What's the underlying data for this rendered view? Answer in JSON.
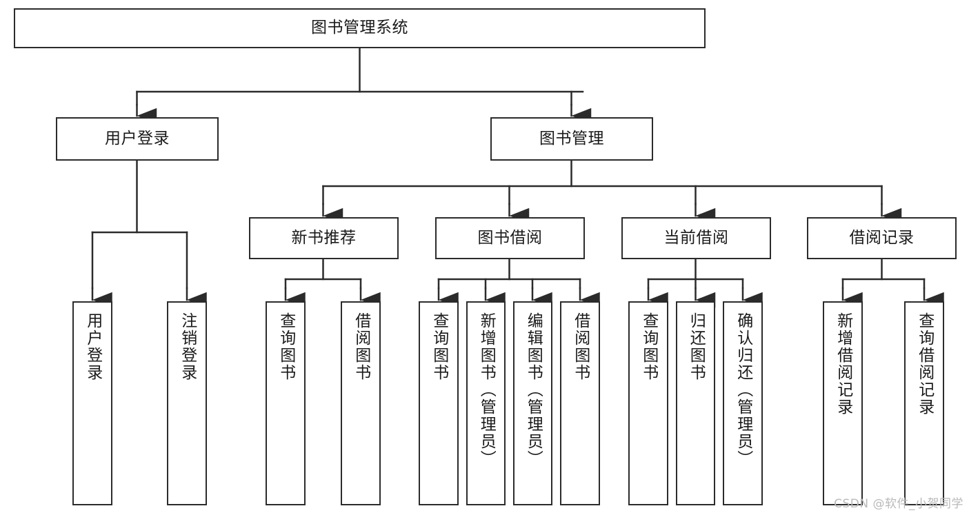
{
  "diagram": {
    "title": "图书管理系统",
    "type": "tree-hierarchy-chart",
    "watermark": "CSDN @软件_小贺同学",
    "stroke_color": "#2b2b2b",
    "background_color": "#ffffff",
    "root": {
      "label": "图书管理系统"
    },
    "level2": [
      {
        "id": "user-login",
        "label": "用户登录"
      },
      {
        "id": "book-manage",
        "label": "图书管理"
      }
    ],
    "level3": [
      {
        "id": "new-book-recommend",
        "label": "新书推荐",
        "parent": "book-manage"
      },
      {
        "id": "book-borrow",
        "label": "图书借阅",
        "parent": "book-manage"
      },
      {
        "id": "current-borrow",
        "label": "当前借阅",
        "parent": "book-manage"
      },
      {
        "id": "borrow-record",
        "label": "借阅记录",
        "parent": "book-manage"
      }
    ],
    "leaves": {
      "user_login": [
        {
          "id": "leaf-user-login",
          "label": "用户登录"
        },
        {
          "id": "leaf-logout-login",
          "label": "注销登录"
        }
      ],
      "new_book_recommend": [
        {
          "id": "leaf-query-book-1",
          "label": "查询图书"
        },
        {
          "id": "leaf-borrow-book-1",
          "label": "借阅图书"
        }
      ],
      "book_borrow": [
        {
          "id": "leaf-query-book-2",
          "label": "查询图书"
        },
        {
          "id": "leaf-add-book",
          "label": "新增图书（管理员）"
        },
        {
          "id": "leaf-edit-book",
          "label": "编辑图书（管理员）"
        },
        {
          "id": "leaf-borrow-book-2",
          "label": "借阅图书"
        }
      ],
      "current_borrow": [
        {
          "id": "leaf-query-book-3",
          "label": "查询图书"
        },
        {
          "id": "leaf-return-book",
          "label": "归还图书"
        },
        {
          "id": "leaf-confirm-return",
          "label": "确认归还（管理员）"
        }
      ],
      "borrow_record": [
        {
          "id": "leaf-add-record",
          "label": "新增借阅记录"
        },
        {
          "id": "leaf-query-record",
          "label": "查询借阅记录"
        }
      ]
    }
  }
}
